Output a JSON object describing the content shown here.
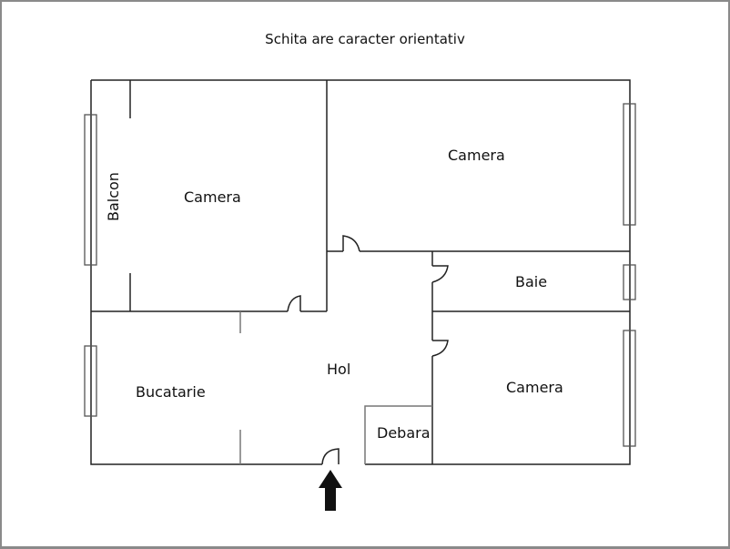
{
  "title": "Schita are caracter orientativ",
  "rooms": {
    "balcon": "Balcon",
    "camera_1": "Camera",
    "camera_2": "Camera",
    "baie": "Baie",
    "camera_3": "Camera",
    "bucatarie": "Bucatarie",
    "hol": "Hol",
    "debara": "Debara"
  },
  "colors": {
    "wall": "#222222",
    "frame": "#8a8a8a",
    "arrow": "#111111"
  }
}
